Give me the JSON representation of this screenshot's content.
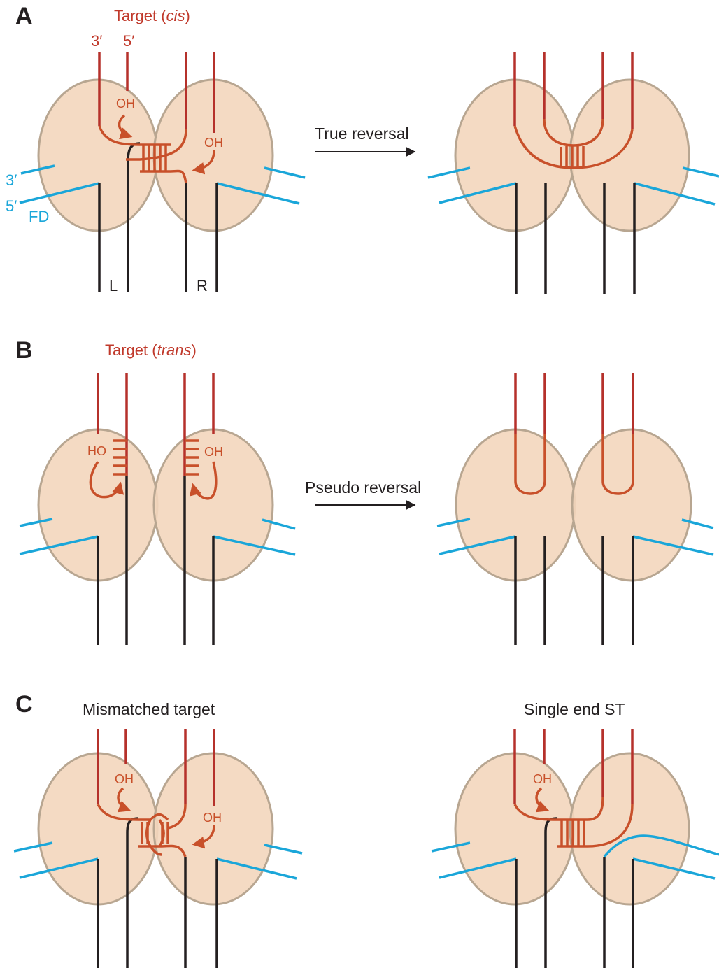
{
  "panels": {
    "a": {
      "letter": "A",
      "target_prefix": "Target (",
      "target_italic": "cis",
      "target_suffix": ")",
      "end_3": "3′",
      "end_5": "5′",
      "oh_left": "OH",
      "oh_right": "OH",
      "fd_3": "3′",
      "fd_5": "5′",
      "fd": "FD",
      "l": "L",
      "r": "R",
      "arrow_label": "True reversal"
    },
    "b": {
      "letter": "B",
      "target_prefix": "Target (",
      "target_italic": "trans",
      "target_suffix": ")",
      "ho_left": "HO",
      "oh_right": "OH",
      "arrow_label": "Pseudo reversal"
    },
    "c": {
      "letter": "C",
      "left_title": "Mismatched target",
      "right_title": "Single end ST",
      "oh_left": "OH",
      "oh_right": "OH",
      "oh_single": "OH"
    }
  },
  "colors": {
    "target_dna": "#b5312b",
    "strand_transfer": "#c8502a",
    "flanking_dna": "#1aa6d9",
    "donor_dna": "#231f20",
    "subunit_fill": "#f3d6bd",
    "subunit_stroke": "#b8a691"
  }
}
